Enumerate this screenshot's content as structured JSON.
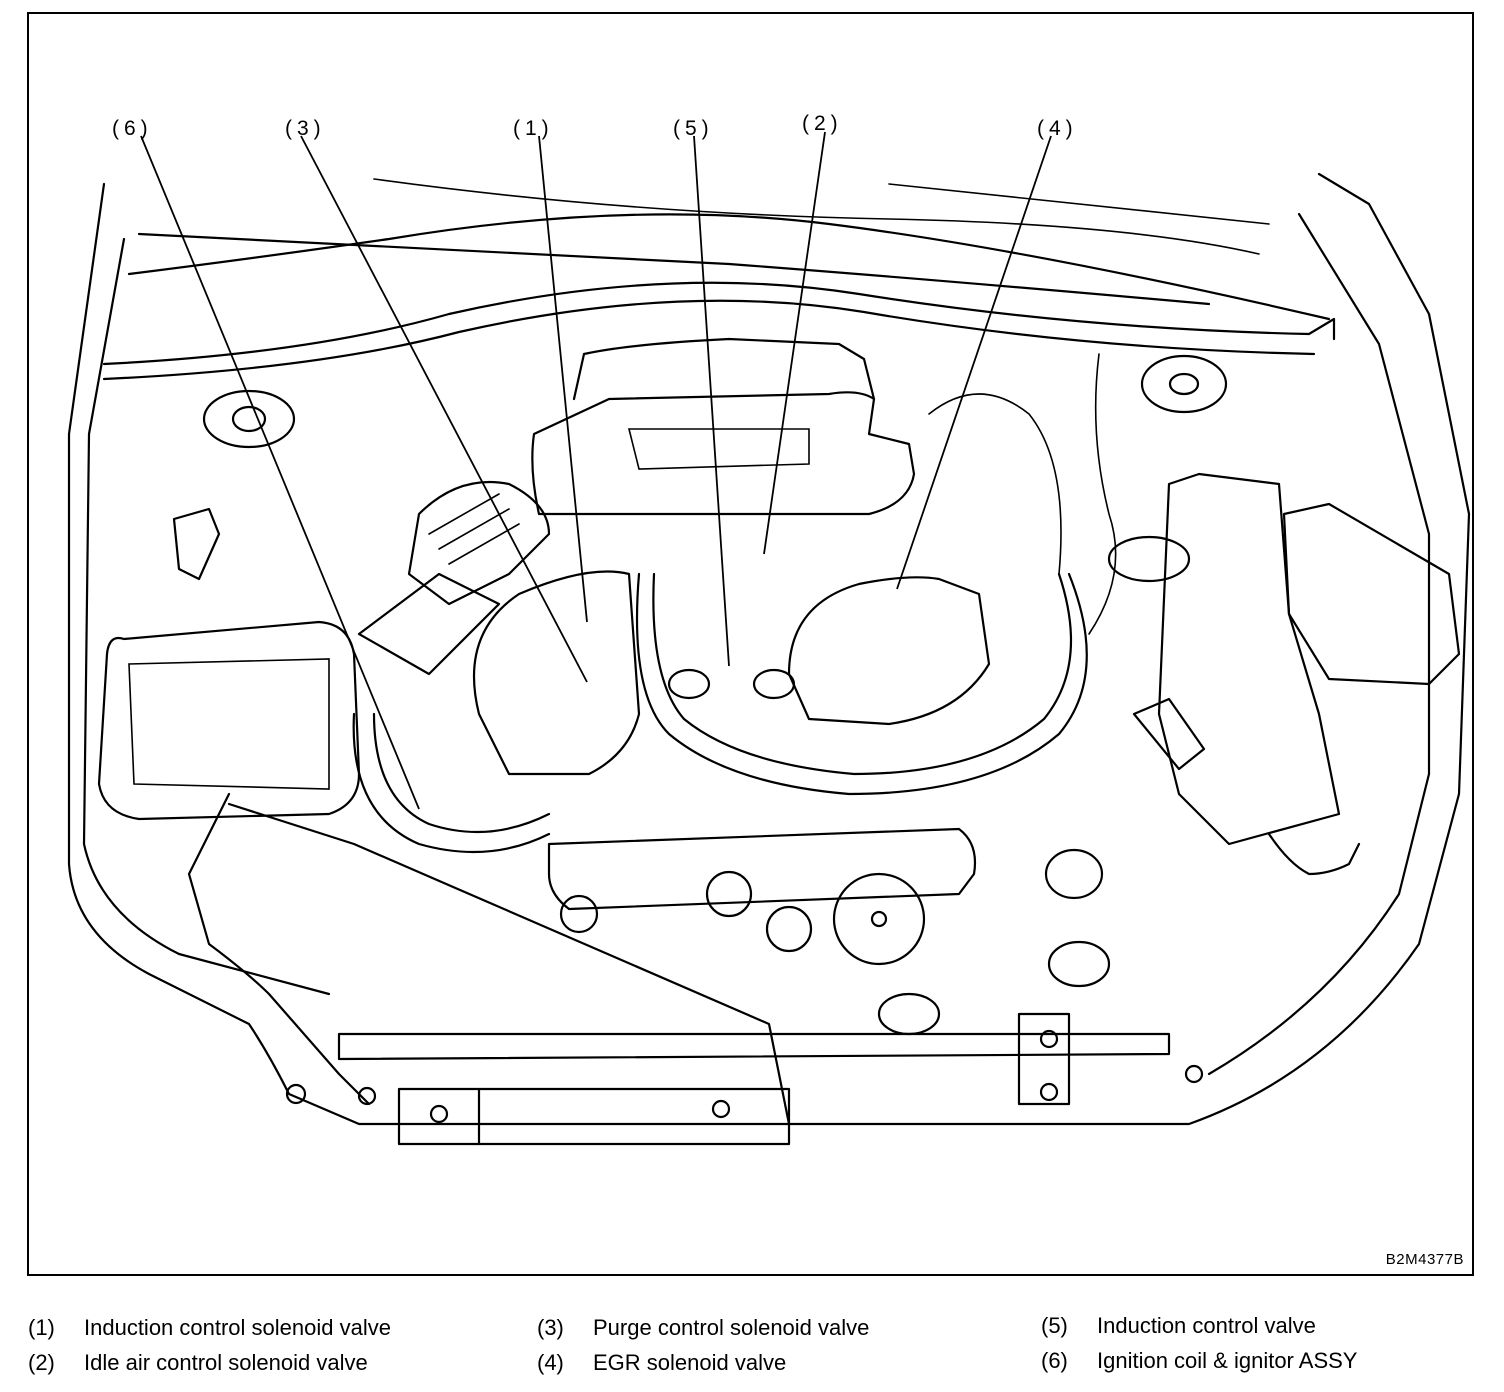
{
  "figure": {
    "code": "B2M4377B",
    "callouts": [
      {
        "id": "c6",
        "label": "(6)"
      },
      {
        "id": "c3",
        "label": "(3)"
      },
      {
        "id": "c1",
        "label": "(1)"
      },
      {
        "id": "c5",
        "label": "(5)"
      },
      {
        "id": "c2",
        "label": "(2)"
      },
      {
        "id": "c4",
        "label": "(4)"
      }
    ]
  },
  "legend": [
    {
      "num": "(1)",
      "text": "Induction control solenoid valve"
    },
    {
      "num": "(2)",
      "text": "Idle air control solenoid valve"
    },
    {
      "num": "(3)",
      "text": "Purge control solenoid valve"
    },
    {
      "num": "(4)",
      "text": "EGR solenoid valve"
    },
    {
      "num": "(5)",
      "text": "Induction control valve"
    },
    {
      "num": "(6)",
      "text": "Ignition coil & ignitor ASSY"
    }
  ]
}
